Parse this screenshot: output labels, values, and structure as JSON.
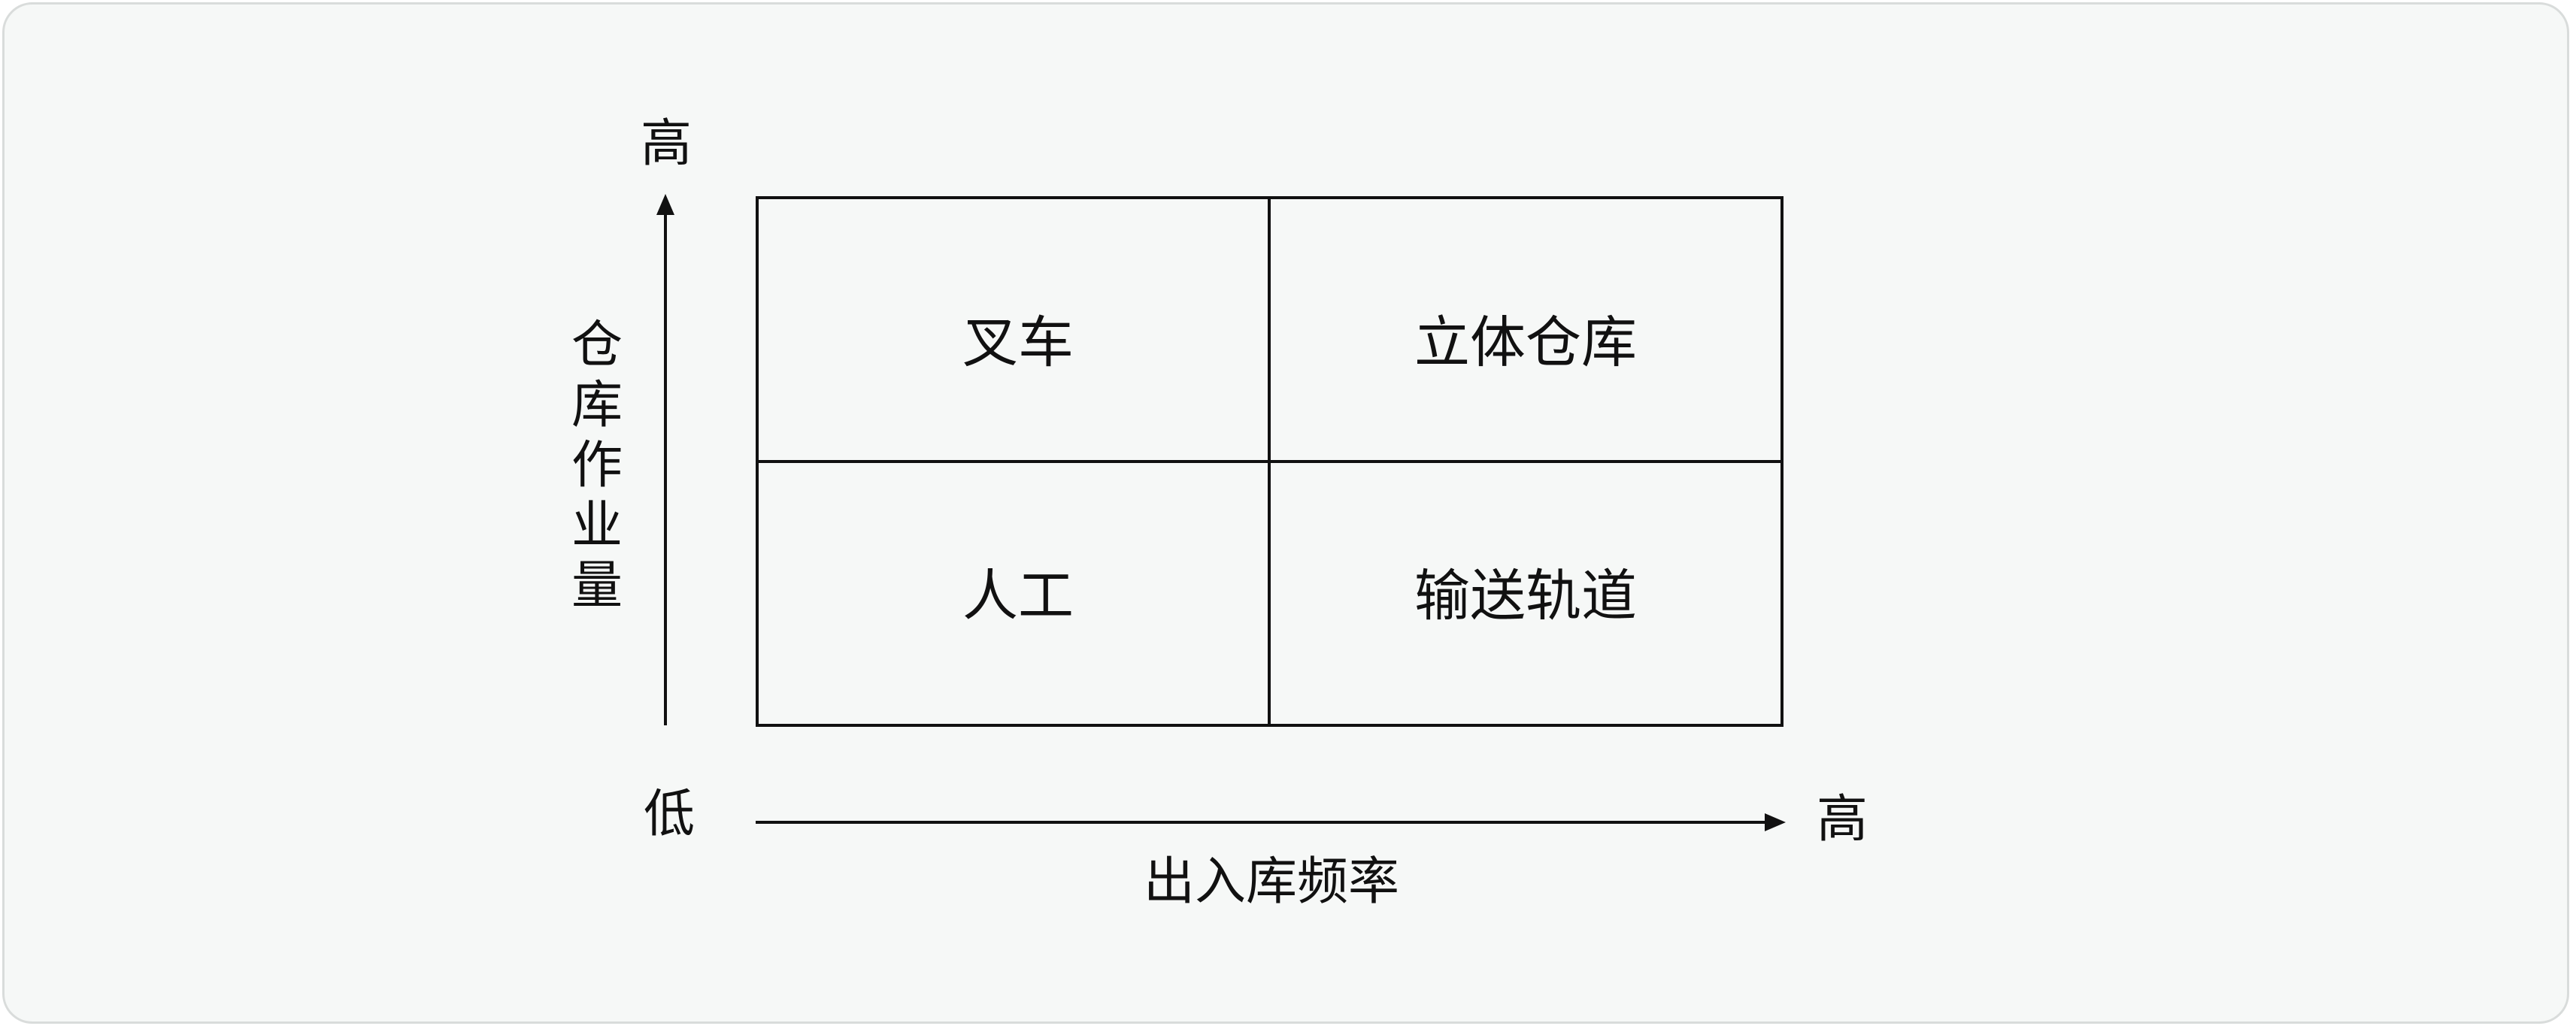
{
  "diagram": {
    "y_axis": {
      "label": "仓库作业量",
      "high": "高",
      "low": "低"
    },
    "x_axis": {
      "label": "出入库频率",
      "high": "高"
    },
    "quadrants": {
      "top_left": "叉车",
      "top_right": "立体仓库",
      "bottom_left": "人工",
      "bottom_right": "输送轨道"
    }
  }
}
